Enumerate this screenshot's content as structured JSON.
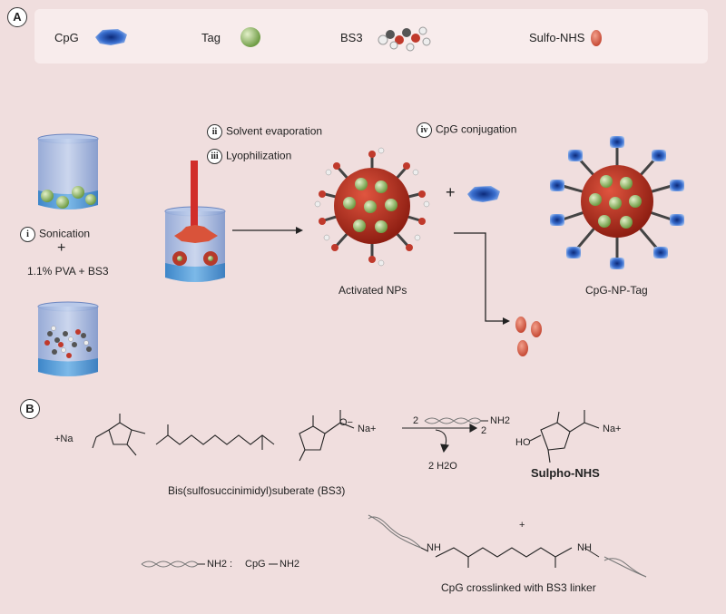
{
  "panels": {
    "a": "A",
    "b": "B"
  },
  "legend": {
    "cpg": "CpG",
    "tag": "Tag",
    "bs3": "BS3",
    "sulfo_nhs": "Sulfo-NHS"
  },
  "steps": {
    "i_num": "i",
    "i_label": "Sonication",
    "plus": "+",
    "pva": "1.1% PVA + BS3",
    "ii_num": "ii",
    "ii_label": "Solvent evaporation",
    "iii_num": "iii",
    "iii_label": "Lyophilization",
    "iv_num": "iv",
    "iv_label": "CpG conjugation"
  },
  "products": {
    "activated": "Activated NPs",
    "cpg_np_tag": "CpG-NP-Tag",
    "plus": "+"
  },
  "reaction": {
    "na_left": "+Na",
    "na_right": "Na+",
    "na_sulpho": "Na+",
    "o_minus": "O−",
    "bs3_name": "Bis(sulfosuccinimidyl)suberate (BS3)",
    "coef_in": "2",
    "nh2": "NH2",
    "coef_out": "2",
    "water": "2 H2O",
    "sulpho_nhs": "Sulpho-NHS",
    "ho": "HO",
    "plus": "+",
    "legend_nh2": "NH2 :",
    "legend_cpg": "CpG",
    "legend_nh2b": "NH2",
    "nh_left": "NH",
    "nh_right": "NH",
    "crosslinked": "CpG crosslinked with BS3 linker"
  },
  "colors": {
    "background": "#f0dede",
    "cpg_blue": "#1f4fa8",
    "tag_green": "#a8cc7a",
    "np_red": "#c0392b",
    "sulfo_red": "#d9604a",
    "beaker_blue": "#9bb5dd"
  }
}
